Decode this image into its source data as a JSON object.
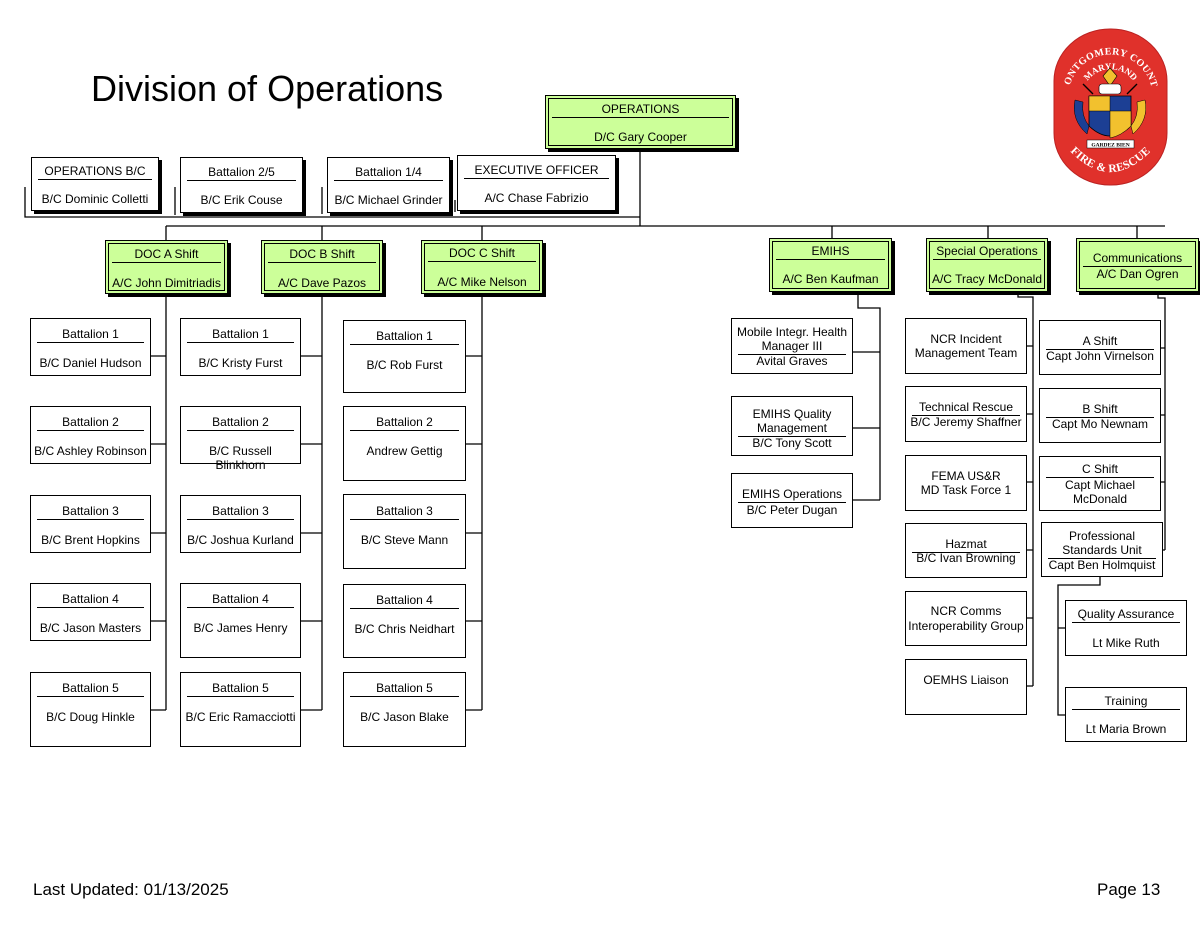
{
  "page": {
    "title": "Division of Operations",
    "last_updated": "Last Updated: 01/13/2025",
    "page_number": "Page 13"
  },
  "logo": {
    "top_text": "MONTGOMERY COUNTY",
    "sub_text": "MARYLAND",
    "motto": "GARDEZ BIEN",
    "bottom_text": "FIRE & RESCUE",
    "colors": {
      "red": "#e0312b",
      "gold": "#f2c12e",
      "blue": "#1c3f94",
      "white": "#ffffff"
    }
  },
  "colors": {
    "highlight": "#ccff99",
    "line": "#000000"
  },
  "org": {
    "operations": {
      "title": "OPERATIONS",
      "name": "D/C Gary Cooper"
    },
    "staff": [
      {
        "title": "OPERATIONS B/C",
        "name": "B/C Dominic Colletti"
      },
      {
        "title": "Battalion 2/5",
        "name": "B/C Erik Couse"
      },
      {
        "title": "Battalion 1/4",
        "name": "B/C Michael Grinder"
      },
      {
        "title": "EXECUTIVE OFFICER",
        "name": "A/C Chase Fabrizio"
      }
    ],
    "doc_a": {
      "title": "DOC A Shift",
      "name": "A/C John Dimitriadis",
      "battalions": [
        {
          "title": "Battalion 1",
          "name": "B/C Daniel Hudson"
        },
        {
          "title": "Battalion 2",
          "name": "B/C Ashley Robinson"
        },
        {
          "title": "Battalion 3",
          "name": "B/C Brent Hopkins"
        },
        {
          "title": "Battalion 4",
          "name": "B/C Jason Masters"
        },
        {
          "title": "Battalion 5",
          "name": "B/C Doug Hinkle"
        }
      ]
    },
    "doc_b": {
      "title": "DOC B Shift",
      "name": "A/C Dave Pazos",
      "battalions": [
        {
          "title": "Battalion 1",
          "name": "B/C Kristy Furst"
        },
        {
          "title": "Battalion 2",
          "name": "B/C Russell Blinkhorn"
        },
        {
          "title": "Battalion 3",
          "name": "B/C Joshua Kurland"
        },
        {
          "title": "Battalion 4",
          "name": "B/C James Henry"
        },
        {
          "title": "Battalion 5",
          "name": "B/C Eric Ramacciotti"
        }
      ]
    },
    "doc_c": {
      "title": "DOC C Shift",
      "name": "A/C Mike Nelson",
      "battalions": [
        {
          "title": "Battalion 1",
          "name": "B/C Rob Furst"
        },
        {
          "title": "Battalion 2",
          "name": "Andrew Gettig"
        },
        {
          "title": "Battalion 3",
          "name": "B/C Steve Mann"
        },
        {
          "title": "Battalion 4",
          "name": "B/C Chris Neidhart"
        },
        {
          "title": "Battalion 5",
          "name": "B/C Jason Blake"
        }
      ]
    },
    "emihs": {
      "title": "EMIHS",
      "name": "A/C Ben Kaufman",
      "units": [
        {
          "title_1": "Mobile Integr. Health",
          "title_2": "Manager III",
          "name": "Avital Graves"
        },
        {
          "title_1": "EMIHS Quality",
          "title_2": "Management",
          "name": "B/C Tony Scott"
        },
        {
          "title_1": "EMIHS Operations",
          "title_2": "",
          "name": "B/C Peter Dugan"
        }
      ]
    },
    "special_ops": {
      "title": "Special Operations",
      "name": "A/C Tracy McDonald",
      "units": [
        {
          "line_1": "NCR Incident",
          "line_2": "Management Team"
        },
        {
          "line_1": "Technical Rescue",
          "line_2": "B/C Jeremy Shaffner"
        },
        {
          "line_1": "FEMA US&R",
          "line_2": "MD Task Force 1"
        },
        {
          "line_1": "Hazmat",
          "line_2": "B/C Ivan Browning"
        },
        {
          "line_1": "NCR Comms",
          "line_2": "Interoperability Group"
        },
        {
          "line_1": "OEMHS Liaison",
          "line_2": ""
        }
      ]
    },
    "communications": {
      "title": "Communications",
      "name": "A/C Dan Ogren",
      "units": [
        {
          "title": "A Shift",
          "name": "Capt John Virnelson"
        },
        {
          "title": "B Shift",
          "name": "Capt Mo Newnam"
        },
        {
          "title": "C Shift",
          "name_1": "Capt Michael",
          "name_2": "McDonald"
        },
        {
          "title_1": "Professional",
          "title_2": "Standards Unit",
          "name": "Capt Ben Holmquist"
        }
      ],
      "psu_units": [
        {
          "title": "Quality Assurance",
          "name": "Lt Mike Ruth"
        },
        {
          "title": "Training",
          "name": "Lt Maria Brown"
        }
      ]
    }
  }
}
